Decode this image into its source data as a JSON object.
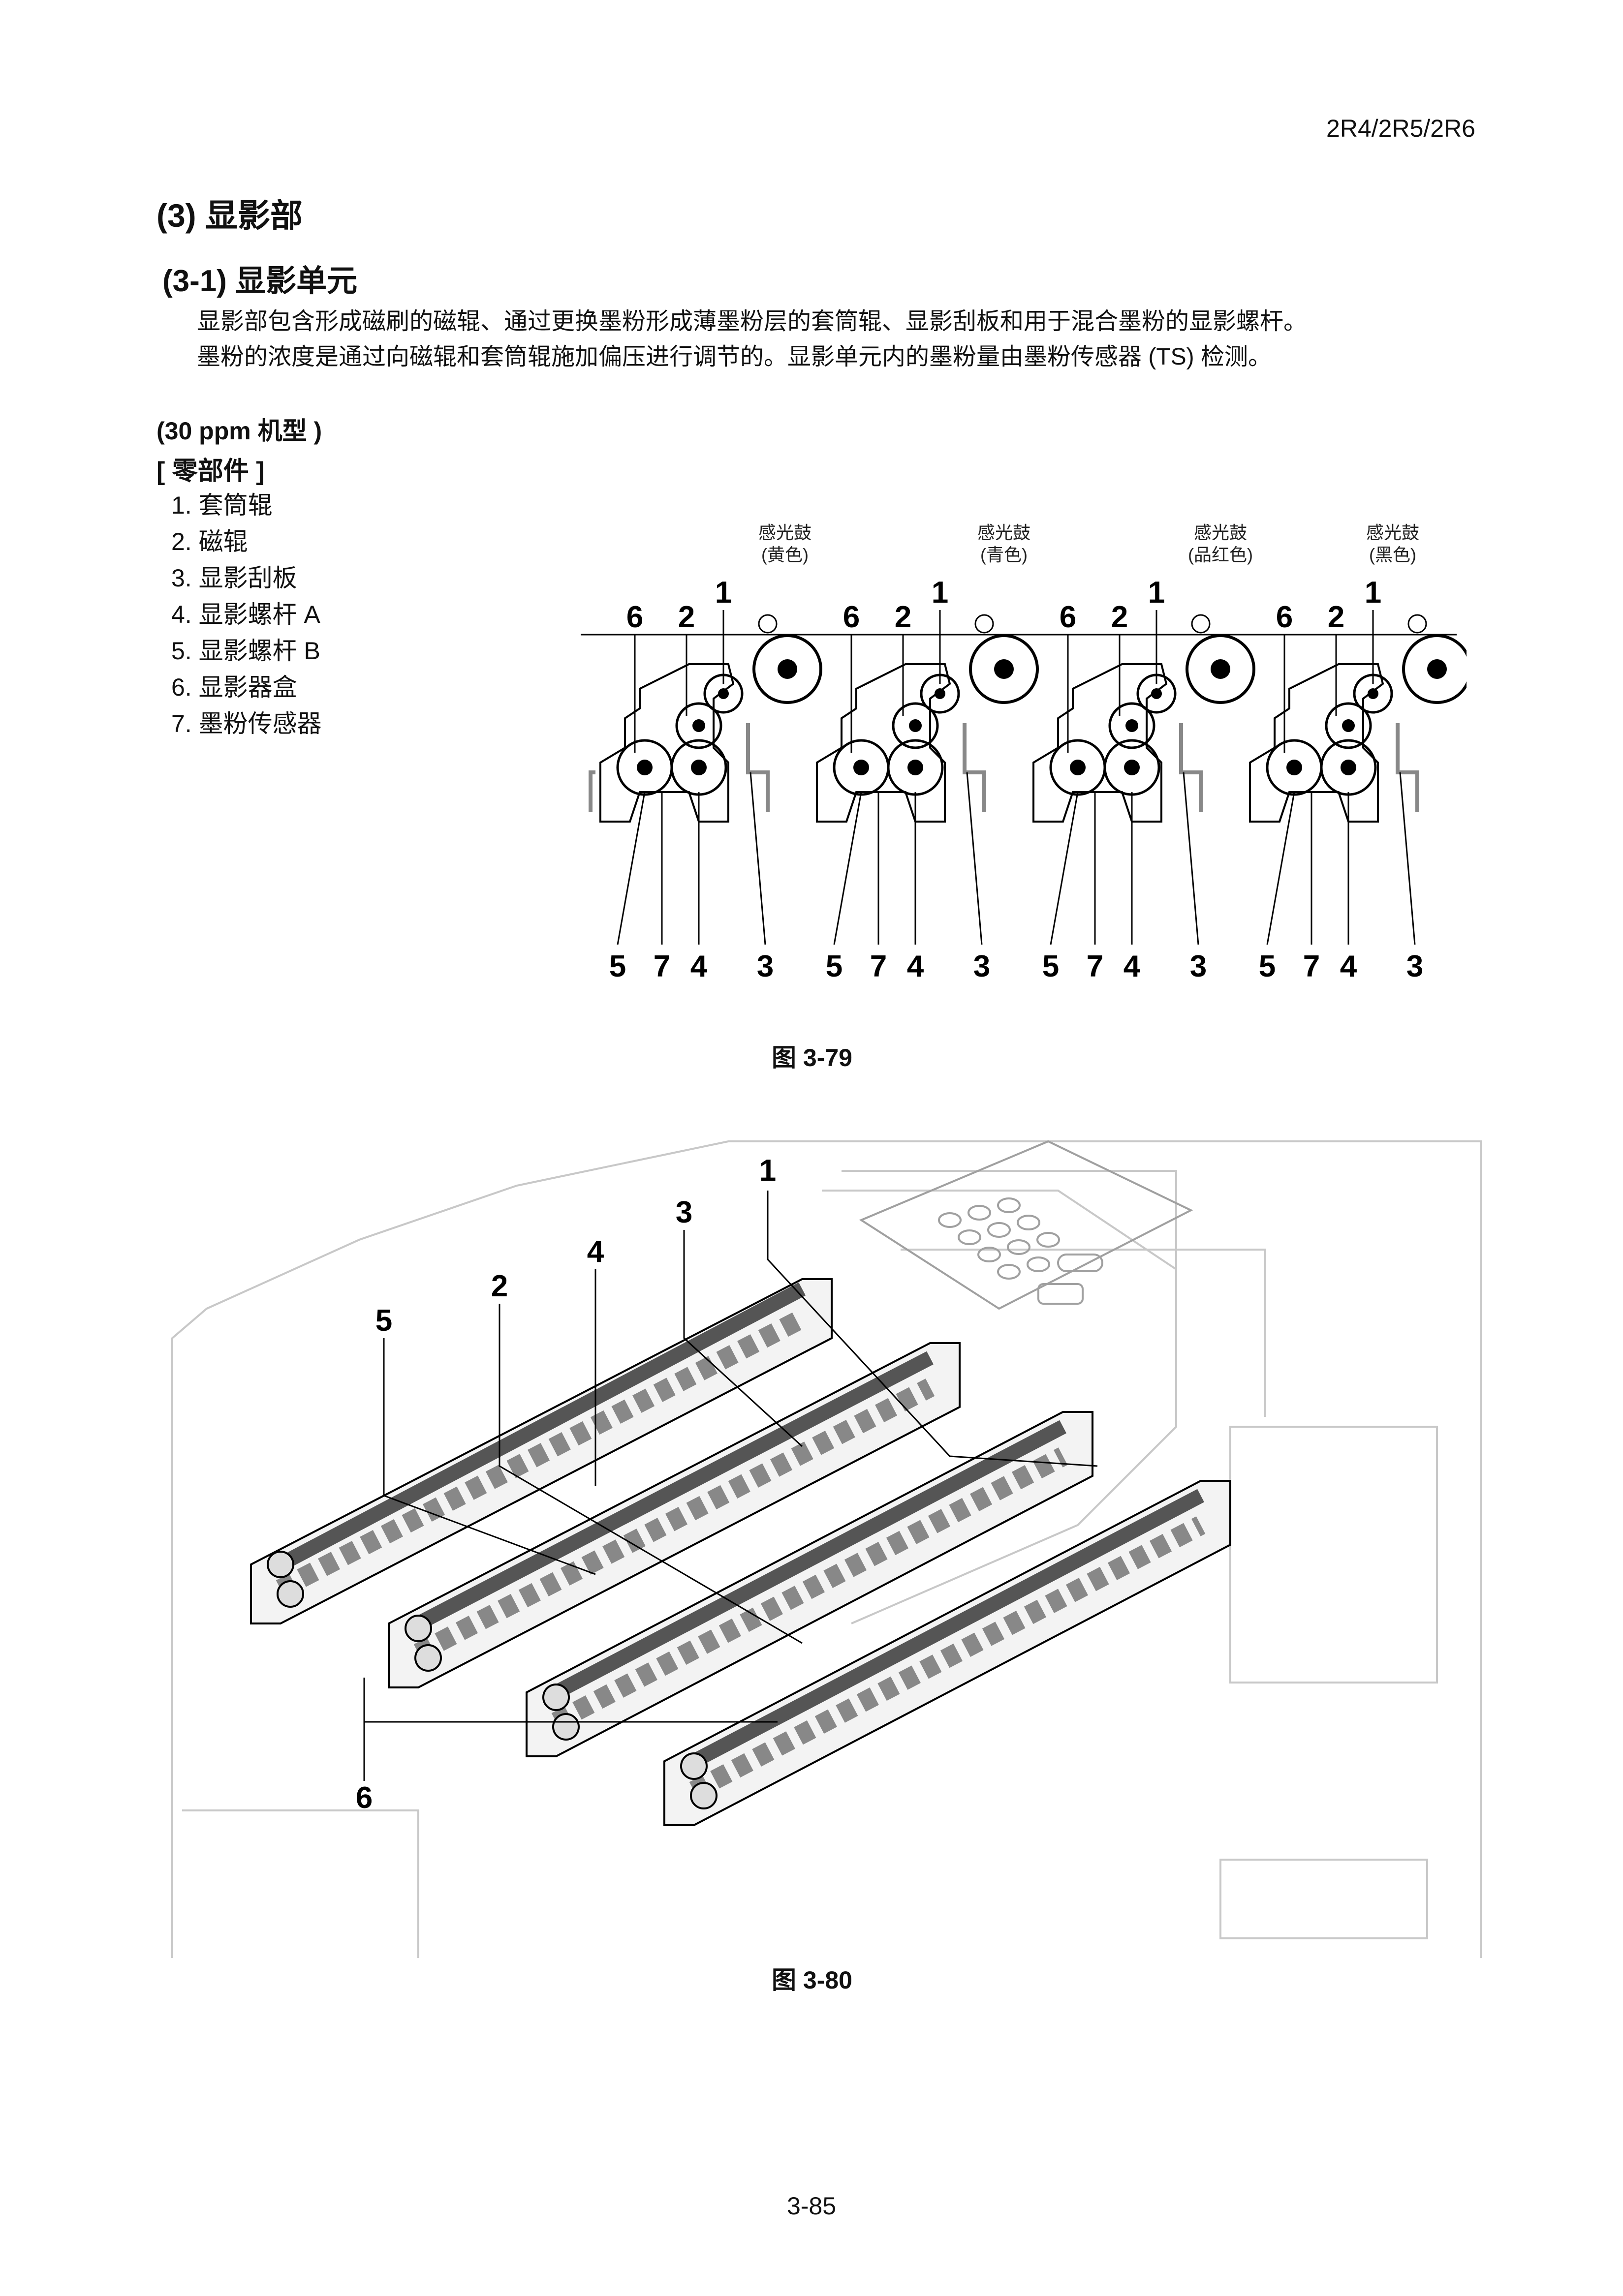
{
  "header": {
    "model_code": "2R4/2R5/2R6"
  },
  "section": {
    "title": "(3) 显影部",
    "subtitle": "(3-1) 显影单元",
    "description_lines": [
      "显影部包含形成磁刷的磁辊、通过更换墨粉形成薄墨粉层的套筒辊、显影刮板和用于混合墨粉的显影螺杆。",
      "墨粉的浓度是通过向磁辊和套筒辊施加偏压进行调节的。显影单元内的墨粉量由墨粉传感器 (TS) 检测。"
    ]
  },
  "model_label": "(30 ppm 机型 )",
  "parts_heading": "[ 零部件 ]",
  "parts": [
    "1. 套筒辊",
    "2. 磁辊",
    "3. 显影刮板",
    "4. 显影螺杆 A",
    "5. 显影螺杆 B",
    "6. 显影器盒",
    "7. 墨粉传感器"
  ],
  "figure1": {
    "caption": "图 3-79",
    "drum_labels": [
      {
        "line1": "感光鼓",
        "line2": "(黄色)"
      },
      {
        "line1": "感光鼓",
        "line2": "(青色)"
      },
      {
        "line1": "感光鼓",
        "line2": "(品红色)"
      },
      {
        "line1": "感光鼓",
        "line2": "(黑色)"
      }
    ],
    "top_callouts": [
      "6",
      "2",
      "1"
    ],
    "bottom_callouts": [
      "5",
      "7",
      "4",
      "3"
    ]
  },
  "figure2": {
    "caption": "图 3-80",
    "callouts": [
      "1",
      "3",
      "4",
      "2",
      "5",
      "6"
    ]
  },
  "page_number": "3-85"
}
